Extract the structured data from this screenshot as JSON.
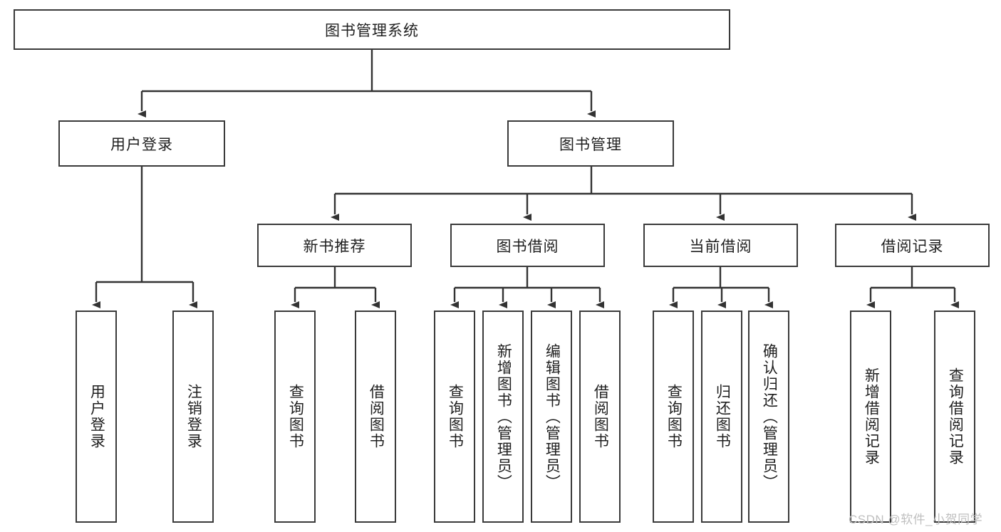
{
  "diagram": {
    "title": "图书管理系统",
    "type": "tree-hierarchy-diagram",
    "colors": {
      "box_border": "#3a3a3a",
      "box_fill": "#ffffff",
      "connector": "#333333",
      "text": "#1f1f1f",
      "watermark": "#bfbfbf"
    },
    "root": {
      "label": "图书管理系统"
    },
    "level2": [
      {
        "label": "用户登录"
      },
      {
        "label": "图书管理"
      }
    ],
    "level3": [
      {
        "label": "新书推荐"
      },
      {
        "label": "图书借阅"
      },
      {
        "label": "当前借阅"
      },
      {
        "label": "借阅记录"
      }
    ],
    "leaves": {
      "user_login": [
        {
          "label": "用户登录"
        },
        {
          "label": "注销登录"
        }
      ],
      "new_book_recommend": [
        {
          "label": "查询图书"
        },
        {
          "label": "借阅图书"
        }
      ],
      "book_borrow": [
        {
          "label": "查询图书"
        },
        {
          "label": "新增图书（管理员）"
        },
        {
          "label": "编辑图书（管理员）"
        },
        {
          "label": "借阅图书"
        }
      ],
      "current_borrow": [
        {
          "label": "查询图书"
        },
        {
          "label": "归还图书"
        },
        {
          "label": "确认归还（管理员）"
        }
      ],
      "borrow_records": [
        {
          "label": "新增借阅记录"
        },
        {
          "label": "查询借阅记录"
        }
      ]
    },
    "watermark": "CSDN @软件_小贺同学"
  }
}
